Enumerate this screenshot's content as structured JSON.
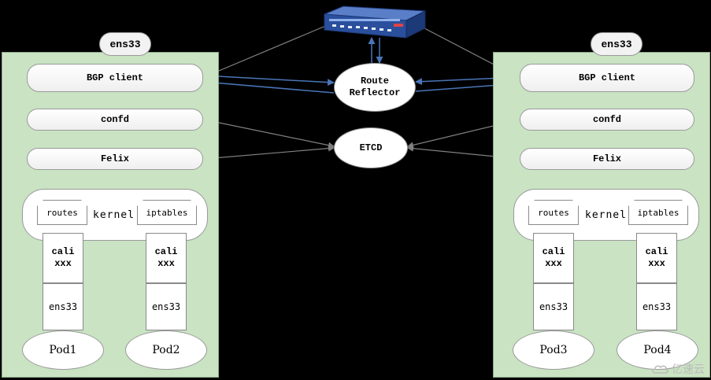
{
  "hosts": [
    {
      "nic_label": "ens33",
      "bgp_client": "BGP client",
      "confd": "confd",
      "felix": "Felix",
      "kernel": "kernel",
      "routes": "routes",
      "iptables": "iptables",
      "pods": [
        {
          "cali": "cali\nxxx",
          "veth": "ens33",
          "name": "Pod1"
        },
        {
          "cali": "cali\nxxx",
          "veth": "ens33",
          "name": "Pod2"
        }
      ]
    },
    {
      "nic_label": "ens33",
      "bgp_client": "BGP client",
      "confd": "confd",
      "felix": "Felix",
      "kernel": "kernel",
      "routes": "routes",
      "iptables": "iptables",
      "pods": [
        {
          "cali": "cali\nxxx",
          "veth": "ens33",
          "name": "Pod3"
        },
        {
          "cali": "cali\nxxx",
          "veth": "ens33",
          "name": "Pod4"
        }
      ]
    }
  ],
  "route_reflector": "Route\nReflector",
  "etcd": "ETCD",
  "router_icon": "network-router-icon",
  "watermark": "亿速云",
  "colors": {
    "panel": "#c9e3c3",
    "gray_arrow": "#808080",
    "blue_arrow": "#4a76b8",
    "router": "#2a4f9c"
  }
}
